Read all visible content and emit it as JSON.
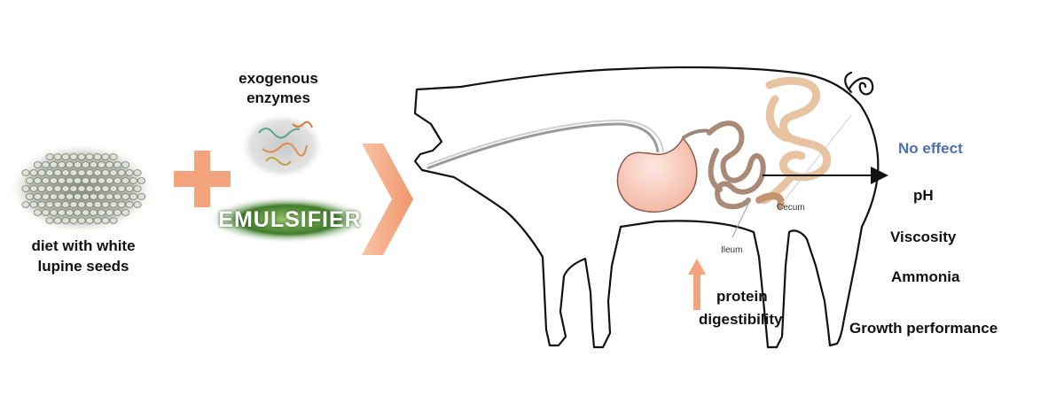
{
  "inputs": {
    "seeds_line1": "diet with white",
    "seeds_line2": "lupine seeds",
    "enzymes_line1": "exogenous",
    "enzymes_line2": "enzymes",
    "emulsifier": "EMULSIFIER"
  },
  "anatomy": {
    "ileum": "Ileum",
    "cecum": "Cecum"
  },
  "results": {
    "protein_line1": "protein",
    "protein_line2": "digestibility",
    "no_effect": "No effect",
    "items": [
      "pH",
      "Viscosity",
      "Ammonia",
      "Growth performance"
    ]
  },
  "colors": {
    "accent_orange": "#f4a47c",
    "no_effect_blue": "#4a72b0",
    "emulsifier_green": "#3f7d2a",
    "outline": "#111111"
  },
  "icons": {
    "plus": "plus-icon",
    "chevron": "chevron-right-icon",
    "up_arrow": "arrow-up-icon",
    "effect_arrow": "arrow-right-icon"
  }
}
